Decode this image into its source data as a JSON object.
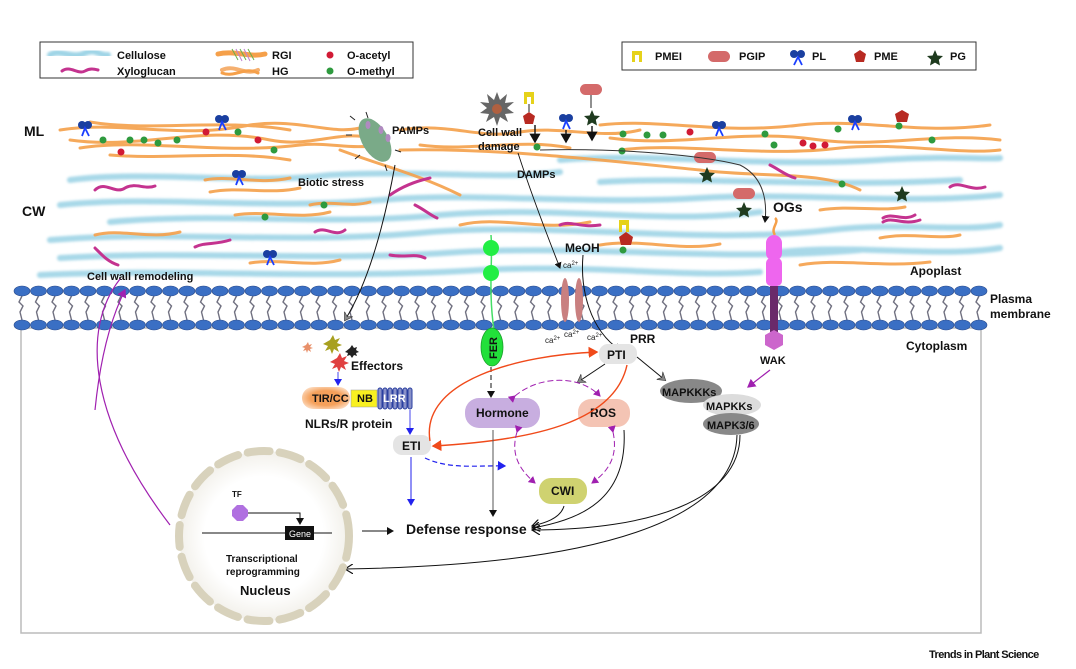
{
  "legend_left": {
    "items": [
      {
        "icon": "cellulose-icon",
        "label": "Cellulose",
        "color": "#7ec8dc"
      },
      {
        "icon": "xyloglucan-icon",
        "label": "Xyloglucan",
        "color": "#c4338f"
      },
      {
        "icon": "rgi-icon",
        "label": "RGI",
        "color": "#f5a04a"
      },
      {
        "icon": "hg-icon",
        "label": "HG",
        "color": "#f5a04a"
      },
      {
        "icon": "o-acetyl-icon",
        "label": "O-acetyl",
        "color": "#d11a35"
      },
      {
        "icon": "o-methyl-icon",
        "label": "O-methyl",
        "color": "#2e9a3e"
      }
    ]
  },
  "legend_right": {
    "items": [
      {
        "icon": "pmei-icon",
        "label": "PMEI",
        "color": "#e6d21a"
      },
      {
        "icon": "pgip-icon",
        "label": "PGIP",
        "color": "#d46a6a"
      },
      {
        "icon": "pl-icon",
        "label": "PL",
        "color": "#1a3fa0"
      },
      {
        "icon": "pme-icon",
        "label": "PME",
        "color": "#b82a22"
      },
      {
        "icon": "pg-icon",
        "label": "PG",
        "color": "#1f3b1f"
      }
    ]
  },
  "regions": {
    "ml": "ML",
    "cw": "CW",
    "apoplast": "Apoplast",
    "plasma_membrane_1": "Plasma",
    "plasma_membrane_2": "membrane",
    "cytoplasm": "Cytoplasm"
  },
  "labels": {
    "pamps": "PAMPs",
    "biotic_stress": "Biotic stress",
    "cell_wall_damage_1": "Cell wall",
    "cell_wall_damage_2": "damage",
    "damps": "DAMPs",
    "ogs": "OGs",
    "meoh": "MeOH",
    "ca": "ca",
    "ca_sup": "2+",
    "cell_wall_remodeling": "Cell wall remodeling",
    "effectors": "Effectors",
    "nlr": "NLRs/R protein",
    "tir_cc": "TIR/CC",
    "nb": "NB",
    "lrr": "LRR",
    "fer": "FER",
    "prr": "PRR",
    "pti": "PTI",
    "eti": "ETI",
    "hormone": "Hormone",
    "ros": "ROS",
    "cwi": "CWI",
    "wak": "WAK",
    "mapkkks": "MAPKKKs",
    "mapkks": "MAPKKs",
    "mapk36": "MAPK3/6",
    "defense_response": "Defense response",
    "tf": "TF",
    "gene": "Gene",
    "transcriptional_1": "Transcriptional",
    "transcriptional_2": "reprogramming",
    "nucleus": "Nucleus"
  },
  "colors": {
    "membrane_head": "#3a6fc4",
    "membrane_tail": "#707080",
    "pti_box": "#e4e4e4",
    "hormone_box": "#c8aee0",
    "ros_box": "#f4c4b4",
    "cwi_box": "#cfd270",
    "fer": "#22e03a",
    "wak": "#ee66ee",
    "red_arrow": "#f04a1a",
    "purple_arrow": "#a020b0",
    "blue_arrow": "#2222ee"
  },
  "footer": {
    "credit": "Trends in Plant Science"
  }
}
